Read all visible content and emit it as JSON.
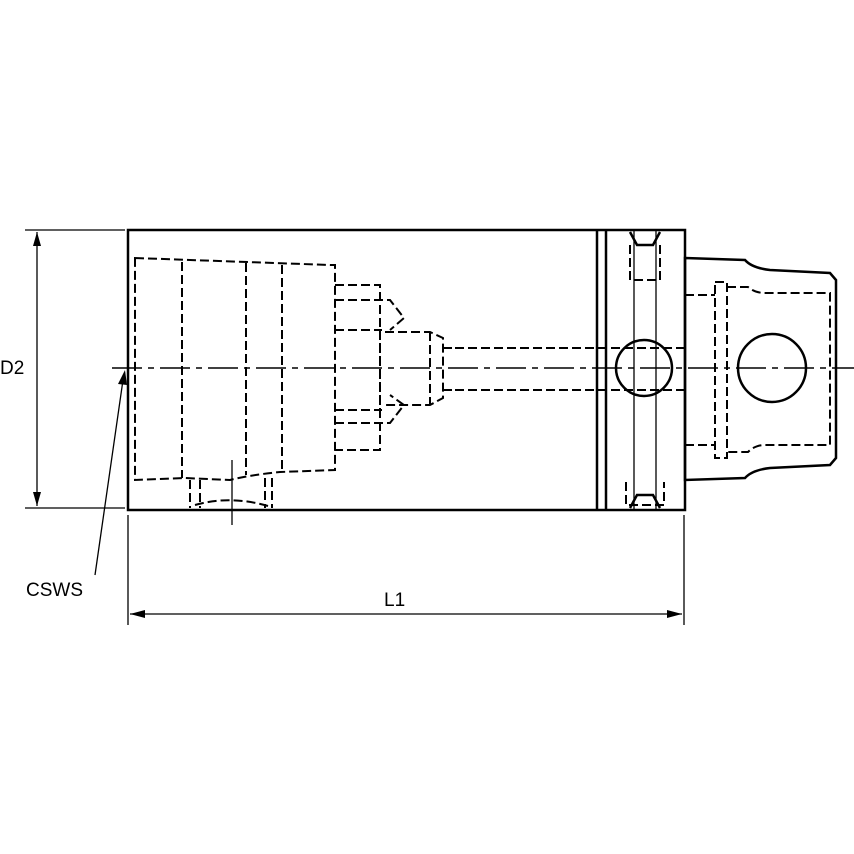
{
  "labels": {
    "d2": "D2",
    "csws": "CSWS",
    "l1": "L1"
  },
  "colors": {
    "body_fill": "#d6d6d6",
    "line": "#000000"
  }
}
